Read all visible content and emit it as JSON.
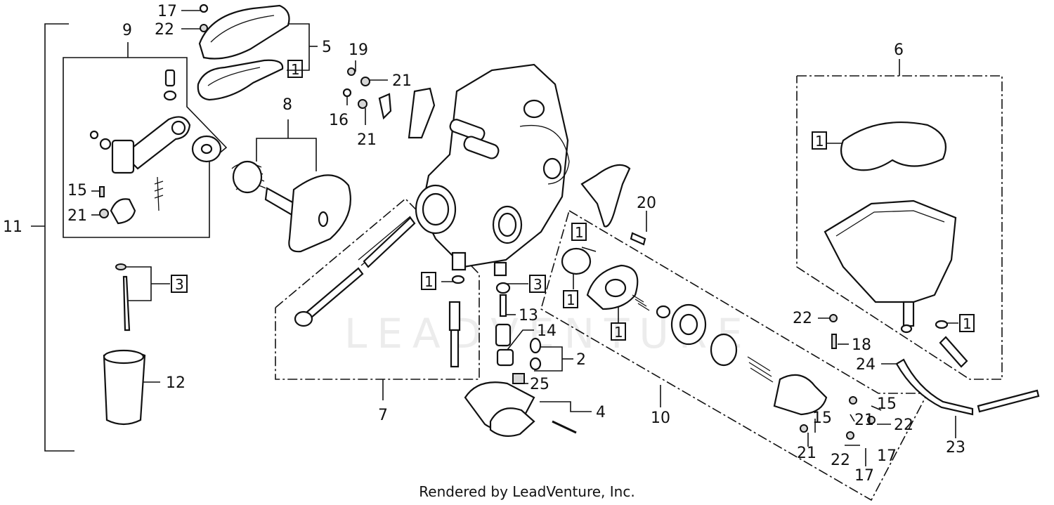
{
  "watermark": "LEADVENTURE",
  "footer": "Rendered by LeadVenture, Inc.",
  "callouts": {
    "n1": "1",
    "n2": "2",
    "n3": "3",
    "n4": "4",
    "n5": "5",
    "n6": "6",
    "n7": "7",
    "n8": "8",
    "n9": "9",
    "n10": "10",
    "n11": "11",
    "n12": "12",
    "n13": "13",
    "n14": "14",
    "n15": "15",
    "n16": "16",
    "n17": "17",
    "n18": "18",
    "n19": "19",
    "n20": "20",
    "n21": "21",
    "n22": "22",
    "n23": "23",
    "n24": "24",
    "n25": "25"
  }
}
